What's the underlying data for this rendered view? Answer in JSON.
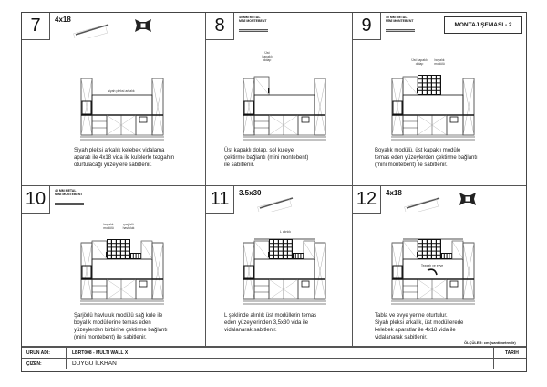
{
  "title": "MONTAJ ŞEMASI  - 2",
  "steps": [
    {
      "num": "7",
      "hardware": "4x18",
      "caption": [
        "Siyah pleksi arkalık kelebek vidalama",
        "aparatı ile 4x18 vida ile kulelerle tezgahın",
        "oturtulacağı yüzeylere sabitlenir."
      ],
      "label": "siyah pleksi arkalık"
    },
    {
      "num": "8",
      "hardware": [
        "40 MM METAL",
        "MİNİ MONTEBENT"
      ],
      "caption": [
        "Üst kapaklı dolap, sol kuleye",
        "çektirme bağlantı (mini montebent)",
        "ile sabitlenir."
      ],
      "label": [
        "Üst",
        "kapaklı",
        "dolap"
      ]
    },
    {
      "num": "9",
      "hardware": [
        "40 MM METAL",
        "MİNİ MONTEBENT"
      ],
      "caption": [
        "Boyalık modülü, üst kapaklı modüle",
        "temas eden yüzeylerden çektirme bağlantı",
        "(mini montebent) ile sabitlenir."
      ],
      "label": [
        "Üst kapaklı dolap",
        "boyalık modülü"
      ]
    },
    {
      "num": "10",
      "hardware": [
        "40 MM METAL",
        "MİNİ MONTEBENT"
      ],
      "caption": [
        "Şarjörlü havluluk modülü sağ kule ile",
        "boyalık modüllerine temas eden",
        "yüzeylerden birbirine çektirme bağlantı",
        "(mini montebent) ile sabitlenir."
      ],
      "label": [
        "boyalık modülü",
        "şarjörlü havluluk"
      ]
    },
    {
      "num": "11",
      "hardware": "3.5x30",
      "caption": [
        "L şeklinde alınlık üst modüllerin temas",
        "eden yüzeylerinden 3,5x30 vida ile",
        "vidalanarak sabitlenir."
      ],
      "label": "L alınlık"
    },
    {
      "num": "12",
      "hardware": "4x18",
      "caption": [
        "Tabla ve evye yerine oturtulur.",
        "Siyah pleksi arkalık, üst modüllerede",
        "kelebek aparatlar ile 4x18 vida ile",
        "vidalanarak sabitlenir."
      ],
      "label": "Tezgah ve evye"
    }
  ],
  "units": "ÖLÇÜLER: cm (santimetredir)",
  "footer": {
    "product_label": "ÜRÜN ADI:",
    "product": "LBRT008 - MULTI WALL X",
    "drawer_label": "ÇİZEN:",
    "drawer": "DUYGU  İLKHAN",
    "date_label": "TARİH"
  }
}
